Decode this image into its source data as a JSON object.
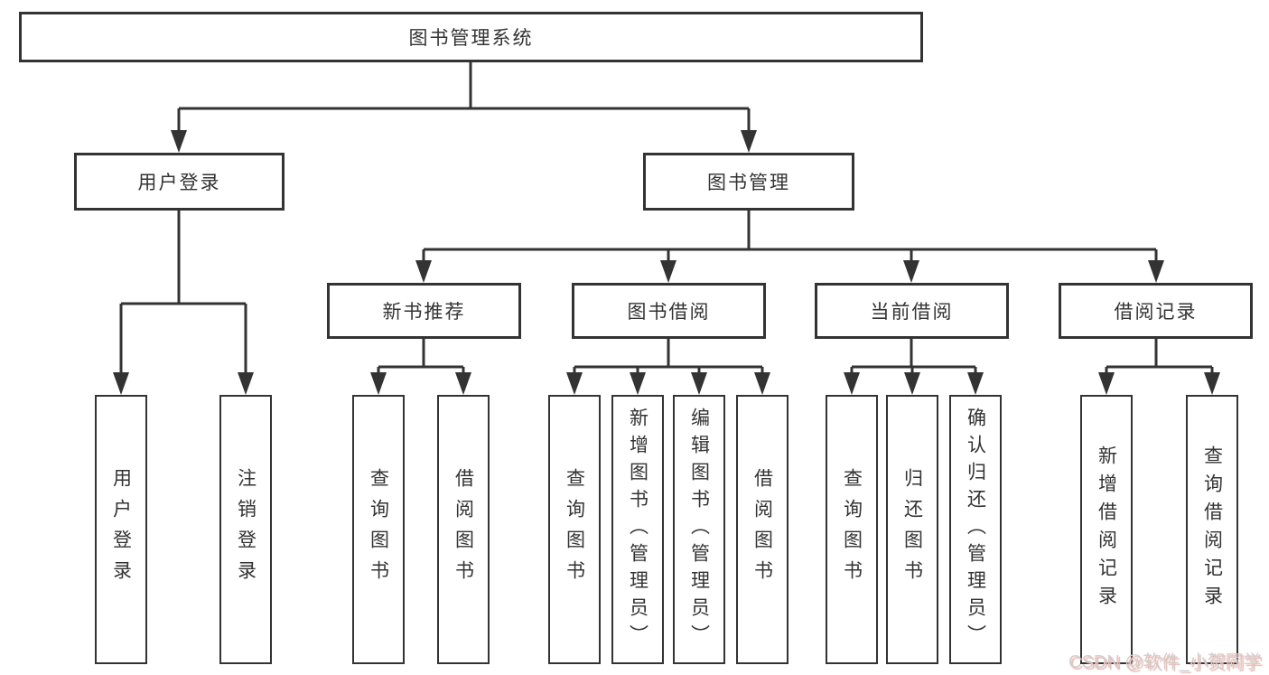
{
  "diagram": {
    "root": {
      "label": "图书管理系统"
    },
    "level1": [
      {
        "label": "用户登录"
      },
      {
        "label": "图书管理"
      }
    ],
    "level2": [
      {
        "label": "新书推荐"
      },
      {
        "label": "图书借阅"
      },
      {
        "label": "当前借阅"
      },
      {
        "label": "借阅记录"
      }
    ],
    "leaves": {
      "user_login": [
        {
          "label": "用户登录"
        },
        {
          "label": "注销登录"
        }
      ],
      "new_book_recommend": [
        {
          "label": "查询图书"
        },
        {
          "label": "借阅图书"
        }
      ],
      "book_borrow": [
        {
          "label": "查询图书"
        },
        {
          "label": "新增图书（管理员）"
        },
        {
          "label": "编辑图书（管理员）"
        },
        {
          "label": "借阅图书"
        }
      ],
      "current_borrow": [
        {
          "label": "查询图书"
        },
        {
          "label": "归还图书"
        },
        {
          "label": "确认归还（管理员）"
        }
      ],
      "borrow_records": [
        {
          "label": "新增借阅记录"
        },
        {
          "label": "查询借阅记录"
        }
      ]
    }
  },
  "watermark": {
    "text": "CSDN @软件_小贺同学"
  },
  "colors": {
    "line": "#333333",
    "text": "#333333",
    "background": "#ffffff",
    "watermark_text": "#cfcfcf",
    "watermark_shadow": "#f0b3a9"
  }
}
